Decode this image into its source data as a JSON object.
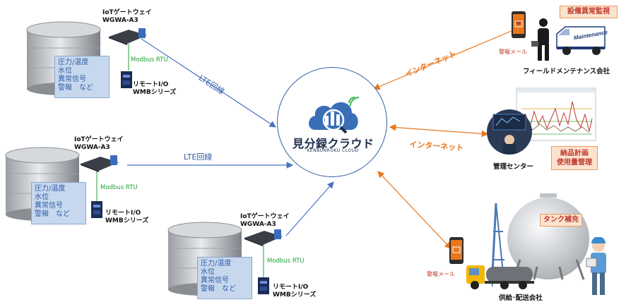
{
  "sites": [
    {
      "gateway": {
        "line1": "IoTゲートウェイ",
        "line2": "WGWA-A3"
      },
      "protocol": "Modbus RTU",
      "remote_io": {
        "line1": "リモートI/O",
        "line2": "WMBシリーズ"
      },
      "sensors": [
        "圧力/温度",
        "水位",
        "異常信号",
        "警報　など"
      ]
    },
    {
      "gateway": {
        "line1": "IoTゲートウェイ",
        "line2": "WGWA-A3"
      },
      "protocol": "Modbus RTU",
      "remote_io": {
        "line1": "リモートI/O",
        "line2": "WMBシリーズ"
      },
      "sensors": [
        "圧力/温度",
        "水位",
        "異常信号",
        "警報　など"
      ]
    },
    {
      "gateway": {
        "line1": "IoTゲートウェイ",
        "line2": "WGWA-A3"
      },
      "protocol": "Modbus RTU",
      "remote_io": {
        "line1": "リモートI/O",
        "line2": "WMBシリーズ"
      },
      "sensors": [
        "圧力/温度",
        "水位",
        "異常信号",
        "警報　など"
      ]
    }
  ],
  "links": {
    "lte_1": "LTE回線",
    "lte_2": "LTE回線",
    "internet_1": "インターネット",
    "internet_2": "インターネット"
  },
  "cloud": {
    "name": "見分録クラウド",
    "sub": "KENBUNROKU CLOUD"
  },
  "parties": {
    "maintenance": {
      "task": "設備異常監視",
      "company": "フィールドメンテナンス会社",
      "mail": "警報メール",
      "van_text": "Maintenance"
    },
    "control": {
      "task_line1": "納品計画",
      "task_line2": "使用量管理",
      "company": "管理センター"
    },
    "supply": {
      "task": "タンク補充",
      "company": "供給･配送会社",
      "mail": "警報メール"
    }
  },
  "colors": {
    "lte": "#4a72c4",
    "internet": "#e9771d",
    "sensor_box": "#c7d8ee",
    "orange_box": "#fbe3cf",
    "modbus": "#23a13a"
  }
}
